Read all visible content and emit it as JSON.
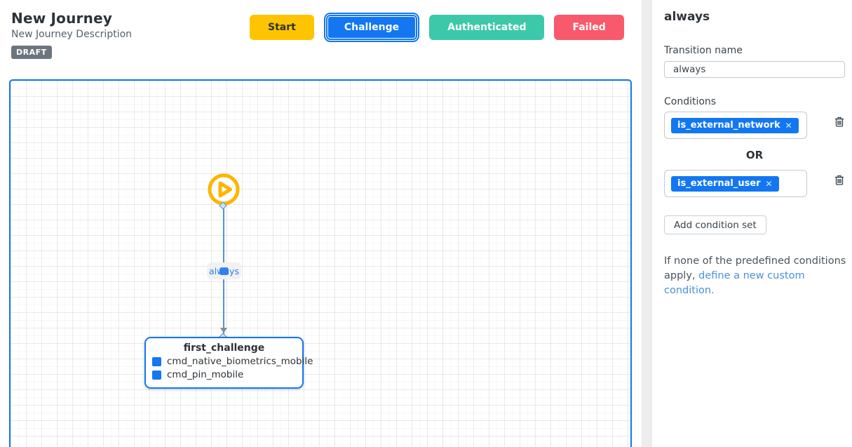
{
  "header": {
    "title": "New Journey",
    "subtitle": "New Journey Description",
    "status_badge": "DRAFT"
  },
  "toolbar": {
    "buttons": [
      {
        "label": "Start",
        "color": "#FFC400",
        "selected": false
      },
      {
        "label": "Challenge",
        "color": "#1277F1",
        "selected": true
      },
      {
        "label": "Authenticated",
        "color": "#3CC9A9",
        "selected": false
      },
      {
        "label": "Failed",
        "color": "#F9596C",
        "selected": false
      }
    ]
  },
  "canvas": {
    "start_node_icon": "play-icon",
    "edge": {
      "label": "always"
    },
    "node": {
      "title": "first_challenge",
      "items": [
        "cmd_native_biometrics_mobile",
        "cmd_pin_mobile"
      ]
    }
  },
  "sidebar": {
    "title": "always",
    "transition_name": {
      "label": "Transition name",
      "value": "always"
    },
    "conditions_label": "Conditions",
    "condition_sets": [
      {
        "chips": [
          {
            "label": "is_external_network"
          }
        ]
      },
      {
        "chips": [
          {
            "label": "is_external_user"
          }
        ]
      }
    ],
    "or_label": "OR",
    "add_condition_set_label": "Add condition set",
    "help_text_prefix": "If none of the predefined conditions apply, ",
    "help_link_text": "define a new custom condition."
  },
  "icons": {
    "chip_close_glyph": "✕"
  },
  "colors": {
    "accent_blue": "#1277F1",
    "start_yellow": "#FFC400",
    "authenticated_teal": "#3CC9A9",
    "failed_red": "#F9596C",
    "edge_blue": "#5095D5",
    "play_orange": "#FFB400",
    "link_blue": "#4A90D9",
    "badge_gray": "#6C757D"
  }
}
